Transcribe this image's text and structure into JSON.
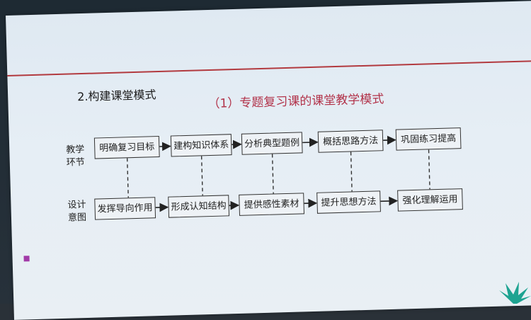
{
  "section_title": "2.构建课堂模式",
  "sub_title": "（1）专题复习课的课堂教学模式",
  "rows": {
    "top_label_1": "教学",
    "top_label_2": "环节",
    "bottom_label_1": "设计",
    "bottom_label_2": "意图"
  },
  "teaching_steps": [
    "明确复习目标",
    "建构知识体系",
    "分析典型题例",
    "概括思路方法",
    "巩固练习提高"
  ],
  "design_intents": [
    "发挥导向作用",
    "形成认知结构",
    "提供感性素材",
    "提升思想方法",
    "强化理解运用"
  ],
  "colors": {
    "accent_line": "#b23a3f",
    "subtitle": "#b2334a",
    "bullet": "#a23aa8"
  }
}
